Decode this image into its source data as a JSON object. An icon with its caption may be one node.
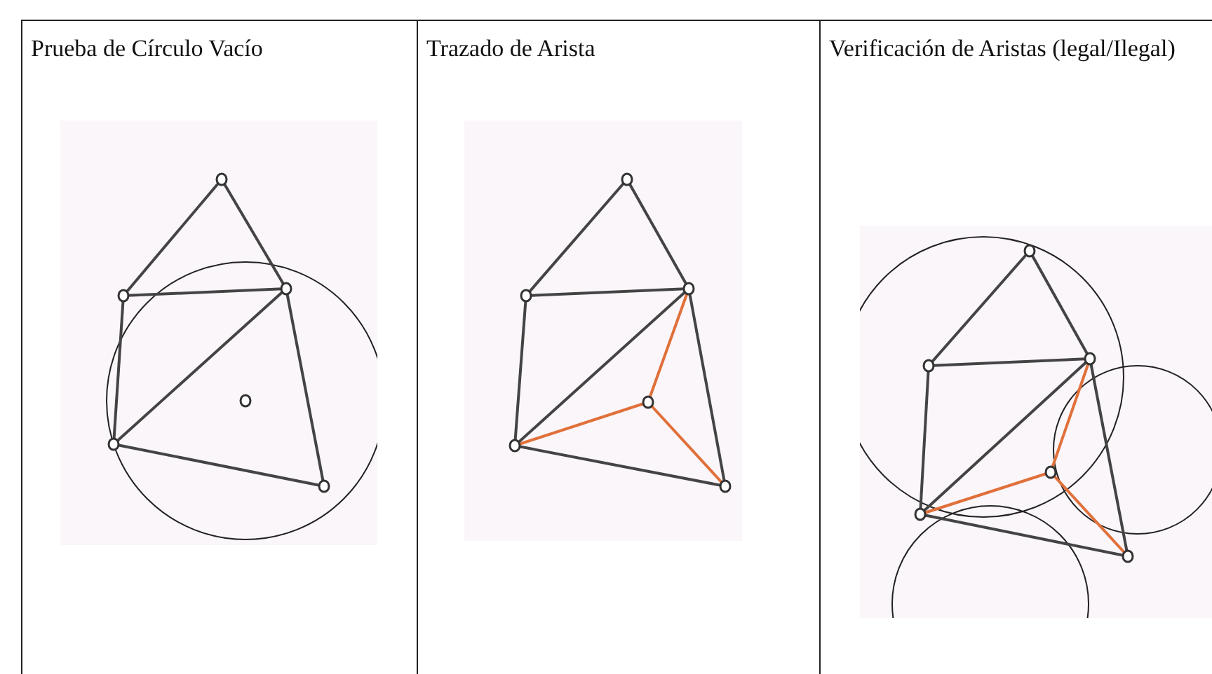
{
  "diagram": {
    "labels": [
      "Prueba de Círculo Vacío",
      "Trazado de Arista",
      "Verificación de Aristas (legal/Ilegal)"
    ]
  }
}
